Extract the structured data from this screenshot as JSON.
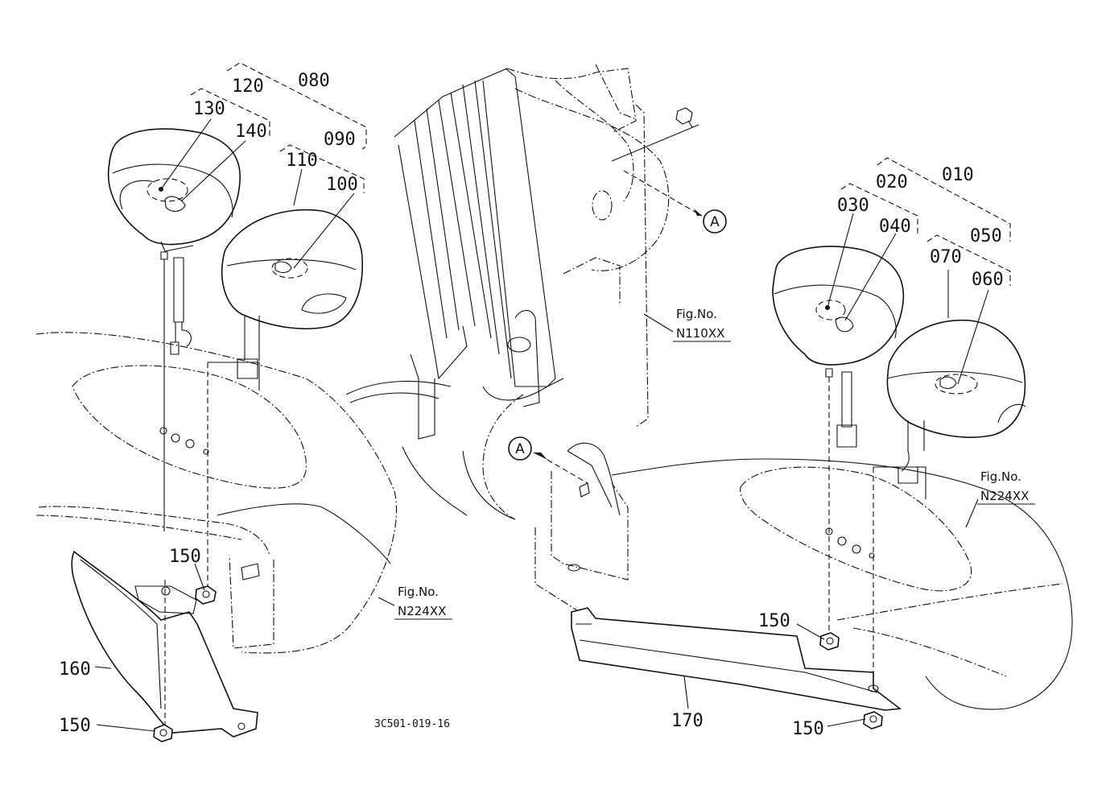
{
  "callouts": {
    "c010": "010",
    "c020": "020",
    "c030": "030",
    "c040": "040",
    "c050": "050",
    "c060": "060",
    "c070": "070",
    "c080": "080",
    "c090": "090",
    "c100": "100",
    "c110": "110",
    "c120": "120",
    "c130": "130",
    "c140": "140",
    "c150a": "150",
    "c150b": "150",
    "c150c": "150",
    "c150d": "150",
    "c160": "160",
    "c170": "170"
  },
  "refs": {
    "fig_label_1": "Fig.No.",
    "fig_num_1": "N110XX",
    "fig_label_2": "Fig.No.",
    "fig_num_2": "N224XX",
    "fig_label_3": "Fig.No.",
    "fig_num_3": "N224XX"
  },
  "view_markers": {
    "a_top": "A",
    "a_mid": "A"
  },
  "drawing_number": "3C501-019-16"
}
